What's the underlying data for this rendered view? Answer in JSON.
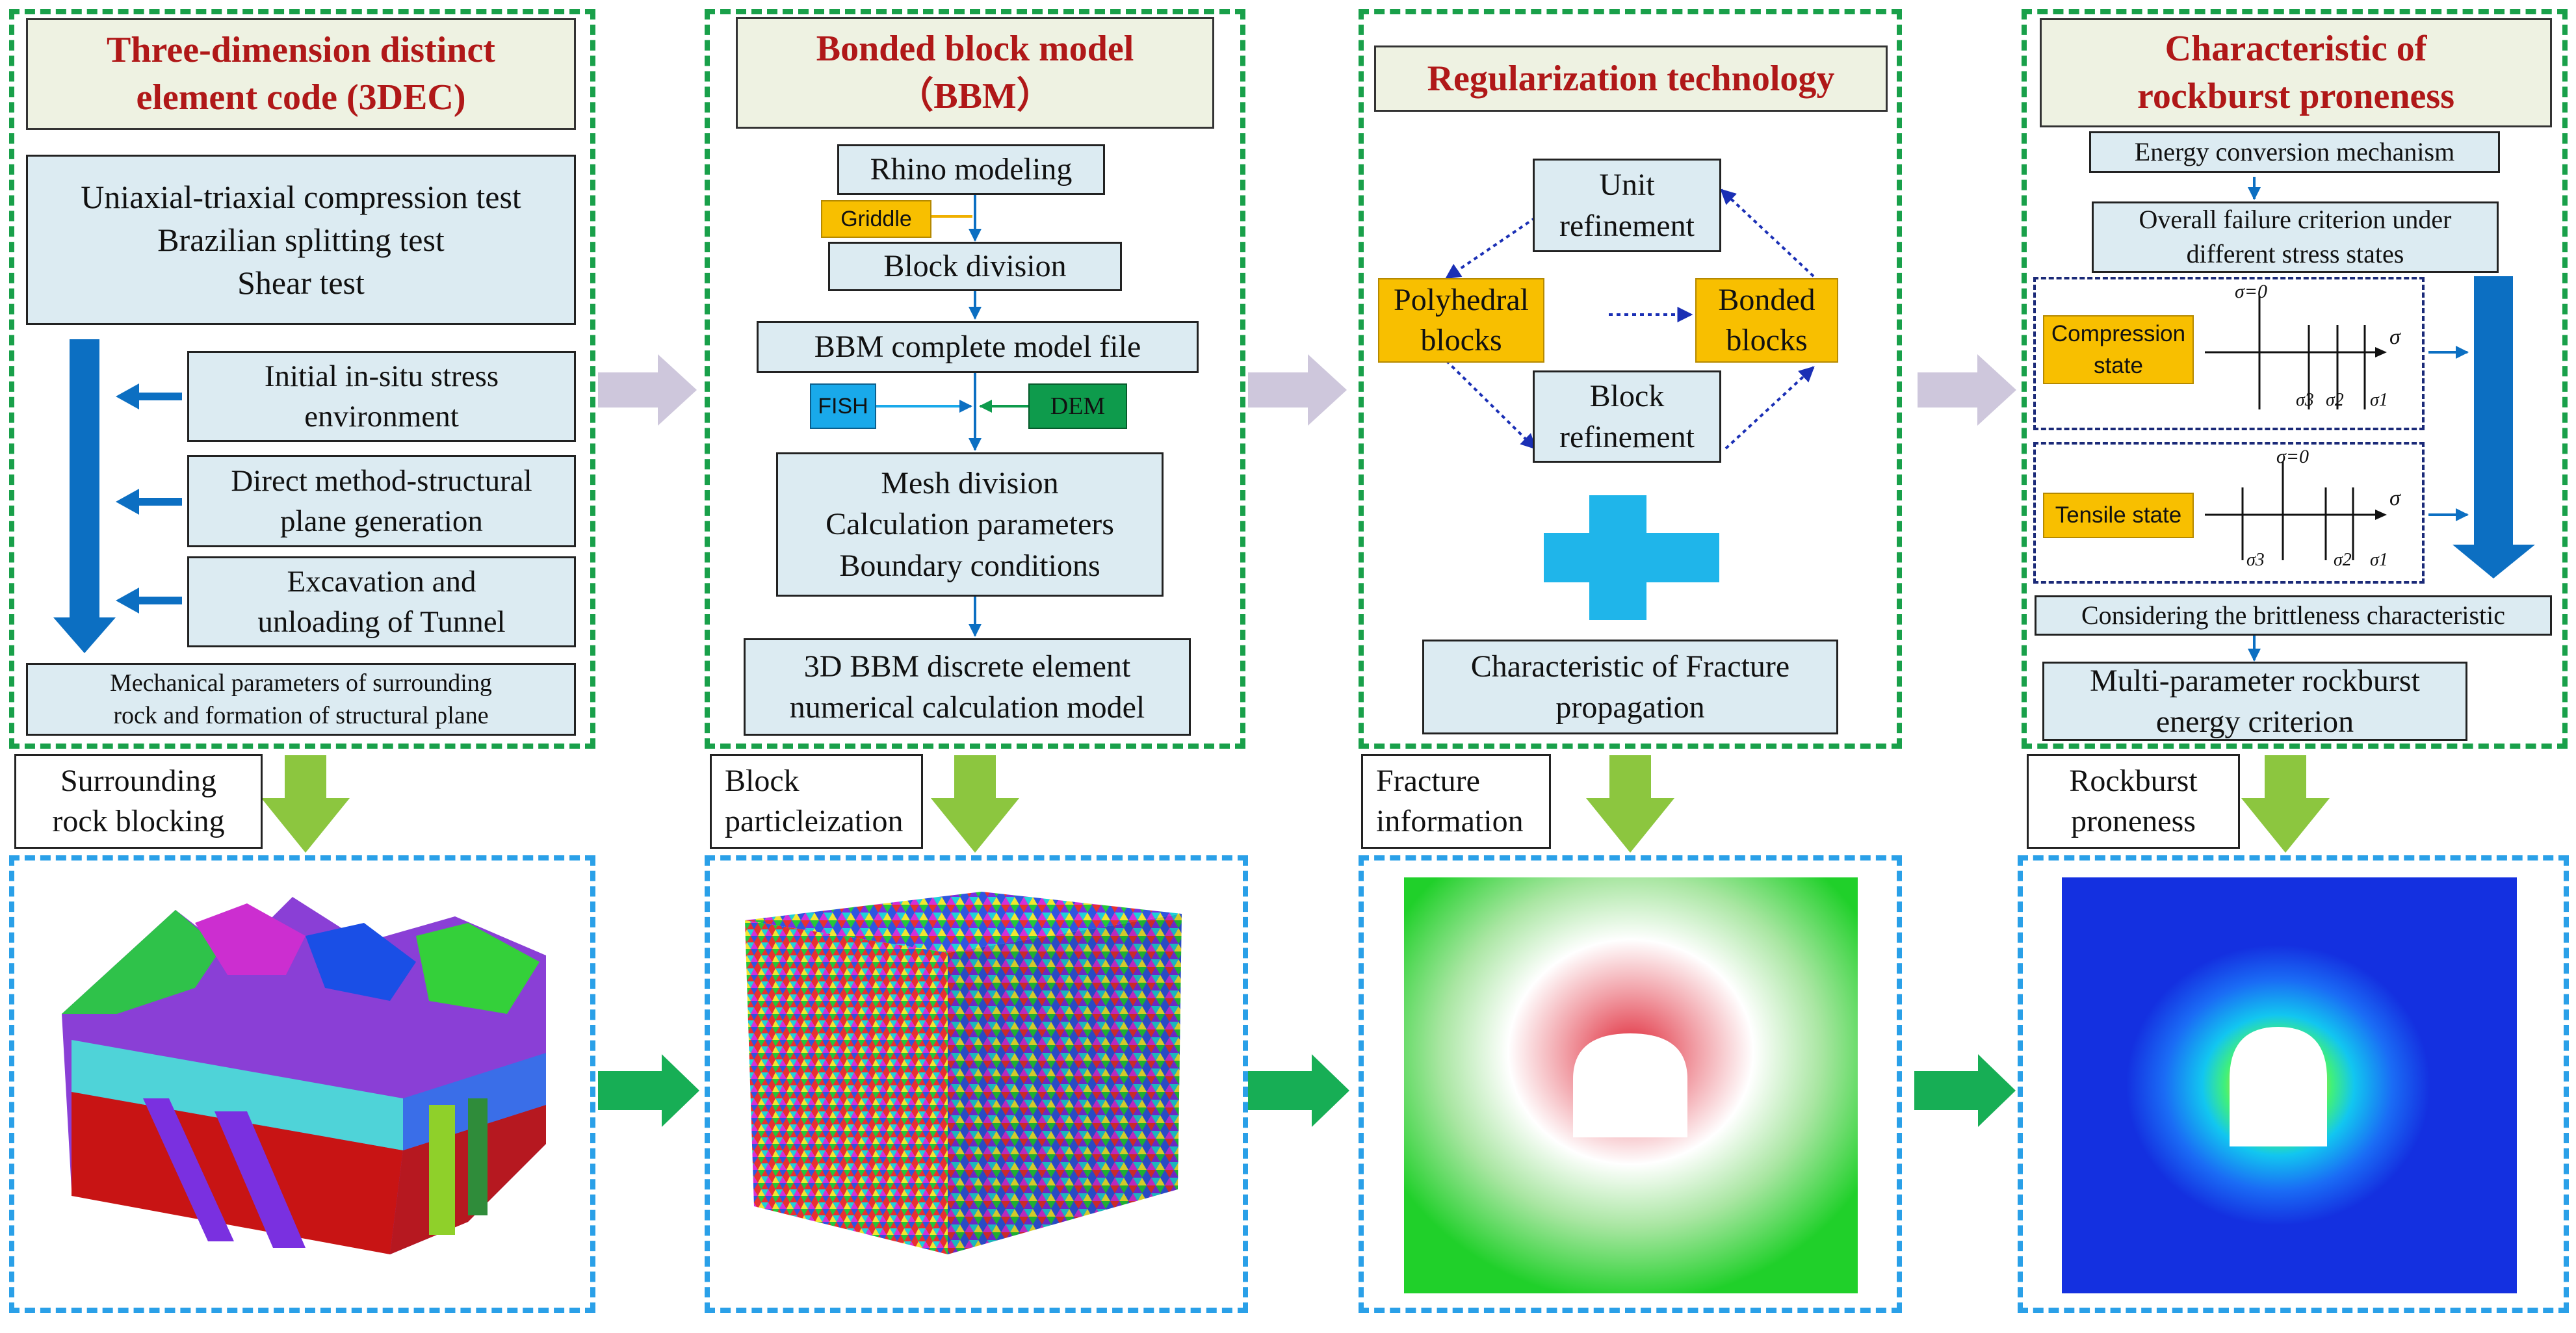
{
  "colors": {
    "panel_green": "#19a04a",
    "panel_blue": "#2aa0e8",
    "title_red": "#b01818",
    "box_light_blue": "#dcebf2",
    "orange": "#f8bf00",
    "flow_blue": "#0c6fc2",
    "big_arrow_lavender": "#cec7dc",
    "big_arrow_green": "#17ae55",
    "down_arrow_lime": "#8cc63f",
    "fish_blue": "#19a9ea",
    "dem_green": "#0e9b4c",
    "cross_cyan": "#1fb5ea"
  },
  "panel1": {
    "title": "Three-dimension distinct element code (3DEC)",
    "tests": "Uniaxial-triaxial compression test\nBrazilian splitting test\nShear test",
    "inputs": [
      "Initial in-situ stress\nenvironment",
      "Direct method-structural\nplane generation",
      "Excavation and\nunloading of Tunnel"
    ],
    "result": "Mechanical parameters of surrounding\nrock and formation of structural plane",
    "caption": "Surrounding\nrock blocking"
  },
  "panel2": {
    "title": "Bonded block model\n（BBM）",
    "rhino": "Rhino modeling",
    "griddle": "Griddle",
    "block_division": "Block division",
    "complete_file": "BBM complete model file",
    "fish": "FISH",
    "dem": "DEM",
    "mesh": "Mesh division\nCalculation parameters\nBoundary conditions",
    "model": "3D BBM discrete element\nnumerical calculation model",
    "caption": "Block\nparticleization"
  },
  "panel3": {
    "title": "Regularization technology",
    "unit": "Unit\nrefinement",
    "poly": "Polyhedral\nblocks",
    "bonded": "Bonded\nblocks",
    "block_ref": "Block\nrefinement",
    "fracture": "Characteristic of Fracture\npropagation",
    "caption": "Fracture\ninformation"
  },
  "panel4": {
    "title": "Characteristic of\nrockburst proneness",
    "energy": "Energy conversion mechanism",
    "failure": "Overall failure criterion under\ndifferent stress states",
    "compression": "Compression\nstate",
    "tensile": "Tensile state",
    "sigma": "σ",
    "sigma_zero": "σ=0",
    "s1": "σ1",
    "s2": "σ2",
    "s3": "σ3",
    "brittle": "Considering the brittleness characteristic",
    "criterion": "Multi-parameter rockburst\nenergy criterion",
    "caption": "Rockburst\nproneness"
  }
}
